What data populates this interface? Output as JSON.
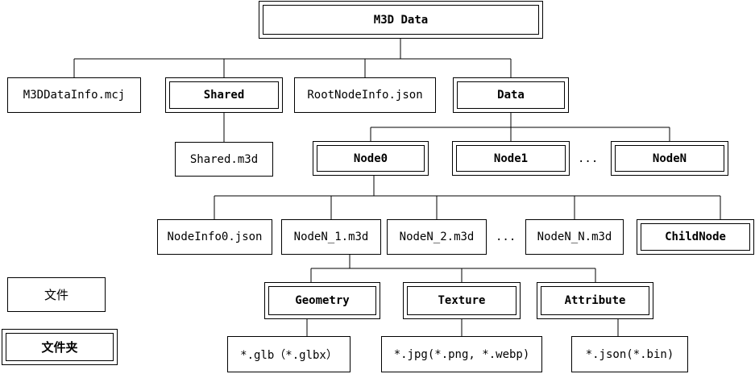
{
  "root": "M3D Data",
  "level1": {
    "datainfo": "M3DDataInfo.mcj",
    "shared": "Shared",
    "rootnodeinfo": "RootNodeInfo.json",
    "data": "Data"
  },
  "shared_file": "Shared.m3d",
  "nodes": {
    "node0": "Node0",
    "node1": "Node1",
    "nodeN": "NodeN",
    "ellipsis": "..."
  },
  "node0_children": {
    "nodeinfo": "NodeInfo0.json",
    "m3d1": "NodeN_1.m3d",
    "m3d2": "NodeN_2.m3d",
    "ellipsis": "...",
    "m3dN": "NodeN_N.m3d",
    "childnode": "ChildNode"
  },
  "m3d_children": {
    "geometry": "Geometry",
    "texture": "Texture",
    "attribute": "Attribute"
  },
  "formats": {
    "geometry": "*.glb（*.glbx）",
    "texture": "*.jpg(*.png, *.webp)",
    "attribute": "*.json(*.bin)"
  },
  "legend": {
    "file": "文件",
    "folder": "文件夹"
  }
}
